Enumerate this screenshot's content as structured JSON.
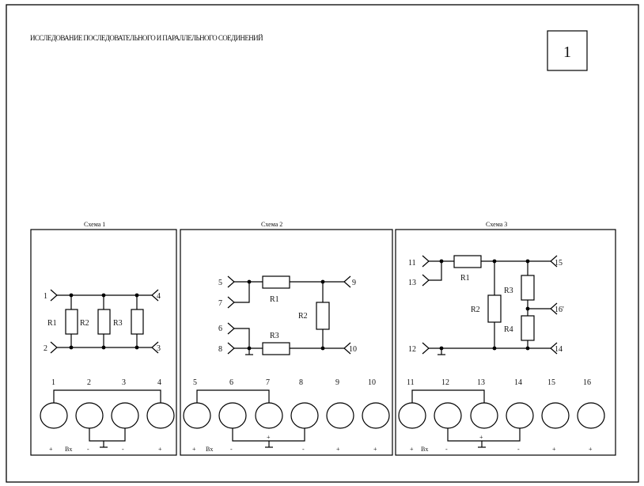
{
  "title": "ИССЛЕДОВАНИЕ ПОСЛЕДОВАТЕЛЬНОГО И ПАРАЛЛЕЛЬНОГО СОЕДИНЕНИЙ",
  "page_number": "1",
  "schemes": [
    {
      "caption": "Схема 1",
      "terminals": {
        "t1": "1",
        "t2": "2",
        "t3": "3",
        "t4": "4"
      },
      "resistors": {
        "r1": "R1",
        "r2": "R2",
        "r3": "R3"
      },
      "sockets": [
        "1",
        "2",
        "3",
        "4"
      ],
      "bottom": {
        "plus1": "+",
        "bx": "Bx",
        "minus1": "-",
        "minus2": "-",
        "plus2": "+"
      }
    },
    {
      "caption": "Схема 2",
      "terminals": {
        "t5": "5",
        "t6": "6",
        "t7": "7",
        "t8": "8",
        "t9": "9",
        "t10": "10"
      },
      "resistors": {
        "r1": "R1",
        "r2": "R2",
        "r3": "R3"
      },
      "sockets": [
        "5",
        "6",
        "7",
        "8",
        "9",
        "10"
      ],
      "bottom": {
        "plus1": "+",
        "bx": "Bx",
        "minus1": "-",
        "plus_mid": "+",
        "minus2": "-",
        "plus2": "+",
        "plus3": "+"
      }
    },
    {
      "caption": "Схема 3",
      "terminals": {
        "t11": "11",
        "t12": "12",
        "t13": "13",
        "t14": "14",
        "t15": "15",
        "t16": "16'"
      },
      "resistors": {
        "r1": "R1",
        "r2": "R2",
        "r3": "R3",
        "r4": "R4"
      },
      "sockets": [
        "11",
        "12",
        "13",
        "14",
        "15",
        "16"
      ],
      "bottom": {
        "plus1": "+",
        "bx": "Bx",
        "minus1": "-",
        "plus_mid": "+",
        "minus2": "-",
        "plus2": "+",
        "plus3": "+"
      }
    }
  ]
}
